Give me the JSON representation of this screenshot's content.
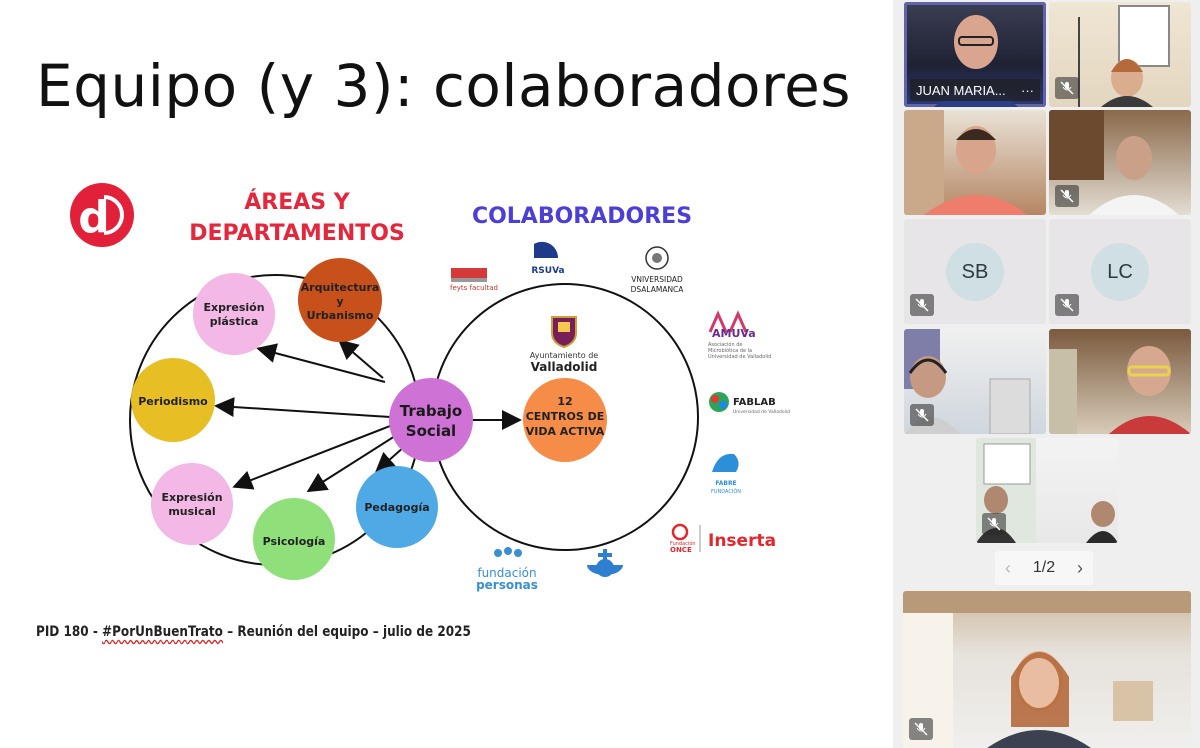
{
  "slide": {
    "title": "Equipo (y 3): colaboradores",
    "footer_prefix": "PID 180 - ",
    "footer_tag": "#PorUnBuenTrato",
    "footer_suffix": " – Reunión del equipo – julio de 2025",
    "logo_letter": "d",
    "areas_heading_line1": "ÁREAS Y",
    "areas_heading_line2": "DEPARTAMENTOS",
    "collab_heading": "COLABORADORES",
    "areas": [
      {
        "lines": [
          "Expresión",
          "plástica"
        ],
        "color": "#f3b8e6"
      },
      {
        "lines": [
          "Arquitectura",
          "y",
          "Urbanismo"
        ],
        "color": "#c8501b"
      },
      {
        "lines": [
          "Periodismo"
        ],
        "color": "#e7bf25"
      },
      {
        "lines": [
          "Expresión",
          "musical"
        ],
        "color": "#f3b8e6"
      },
      {
        "lines": [
          "Psicología"
        ],
        "color": "#8fe07b"
      },
      {
        "lines": [
          "Pedagogía"
        ],
        "color": "#4ea9e4"
      }
    ],
    "hub": {
      "lines": [
        "Trabajo",
        "Social"
      ],
      "color": "#cf72d6"
    },
    "centros": {
      "lines": [
        "12",
        "CENTROS DE",
        "VIDA ACTIVA"
      ],
      "color": "#f58c48"
    },
    "ayuntamiento": {
      "line1": "Ayuntamiento de",
      "line2": "Valladolid"
    },
    "collaborators": {
      "feyts": "feyts facultad",
      "rsuva": "RSUVa",
      "salamanca_line1": "VNIVERSIDAD",
      "salamanca_line2": "DSALAMANCA",
      "amuva": "AMUVa",
      "amuva_sub1": "Asociación de",
      "amuva_sub2": "Microbiótica de la",
      "amuva_sub3": "Universidad de Valladolid",
      "fablab": "FABLAB",
      "fablab_sub": "Universidad de Valladolid",
      "fabre_line1": "FABRE",
      "fabre_line2": "FUNDACIÓN",
      "once_line1": "Fundación",
      "once_line2": "ONCE",
      "inserta": "Inserta",
      "fundacion_line1": "fundación",
      "fundacion_line2": "personas"
    }
  },
  "participants": [
    {
      "name": "JUAN MARIA...",
      "type": "video",
      "active": true
    },
    {
      "type": "video",
      "muted": true
    },
    {
      "type": "video",
      "muted": false
    },
    {
      "type": "video",
      "muted": true
    },
    {
      "initials": "SB",
      "type": "avatar",
      "muted": true
    },
    {
      "initials": "LC",
      "type": "avatar",
      "muted": true
    },
    {
      "type": "video",
      "muted": true
    },
    {
      "type": "video",
      "muted": false
    },
    {
      "type": "video",
      "muted": true
    },
    {
      "type": "video",
      "muted": true
    }
  ],
  "pager": {
    "label": "1/2",
    "prev_icon": "chevron-left-icon",
    "next_icon": "chevron-right-icon"
  },
  "more_options_label": "···"
}
